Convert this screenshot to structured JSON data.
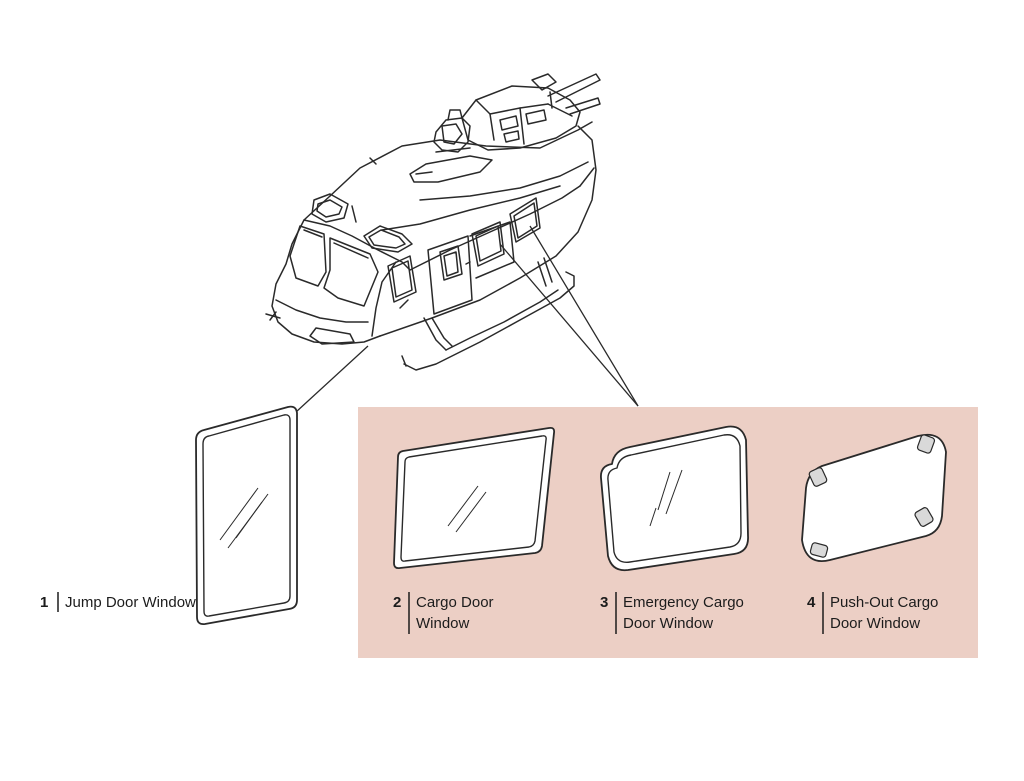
{
  "colors": {
    "panel": "#eccfc5",
    "line": "#2a2a2a",
    "background": "#ffffff"
  },
  "callouts": [
    {
      "number": "1",
      "lines": [
        "Jump Door Window"
      ]
    },
    {
      "number": "2",
      "lines": [
        "Cargo Door",
        "Window"
      ]
    },
    {
      "number": "3",
      "lines": [
        "Emergency Cargo",
        "Door Window"
      ]
    },
    {
      "number": "4",
      "lines": [
        "Push-Out Cargo",
        "Door Window"
      ]
    }
  ]
}
